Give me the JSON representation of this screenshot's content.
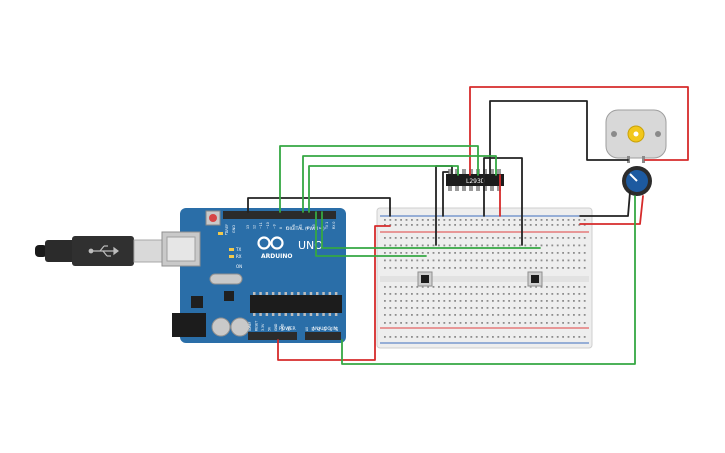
{
  "colors": {
    "board": "#2a6ea8",
    "board_dark": "#1f5a8c",
    "header": "#2b2b2b",
    "wire_green": "#35a843",
    "wire_red": "#d62b2b",
    "wire_black": "#222222",
    "breadboard": "#eeeeee",
    "rail_red": "#e04040",
    "rail_blue": "#3d6fbf",
    "pot_knob": "#1d5aa0",
    "motor_body": "#d8d8d8",
    "motor_gear": "#f2c71b"
  },
  "arduino": {
    "brand": "ARDUINO",
    "model": "UNO",
    "digital_label": "DIGITAL (PWM ~)",
    "power_label": "POWER",
    "analog_label": "ANALOG IN",
    "tx_label": "TX",
    "rx_label": "RX",
    "l_label": "L",
    "on_label": "ON",
    "aref_label": "AREF",
    "gnd_label": "GND",
    "power_pins": [
      "IOREF",
      "RESET",
      "3.3V",
      "5V",
      "GND",
      "GND",
      "Vin"
    ],
    "analog_pins": [
      "A0",
      "A1",
      "A2",
      "A3",
      "A4",
      "A5"
    ],
    "digital_pins": [
      "13",
      "12",
      "~11",
      "~10",
      "~9",
      "8",
      "7",
      "~6",
      "~5",
      "4",
      "~3",
      "2",
      "TX 1",
      "RX 0"
    ]
  },
  "ic": {
    "label": "L293D"
  },
  "usb": {
    "icon": "usb-icon"
  },
  "motor": {
    "icon": "dc-motor-icon"
  },
  "potentiometer": {
    "icon": "potentiometer-icon"
  }
}
